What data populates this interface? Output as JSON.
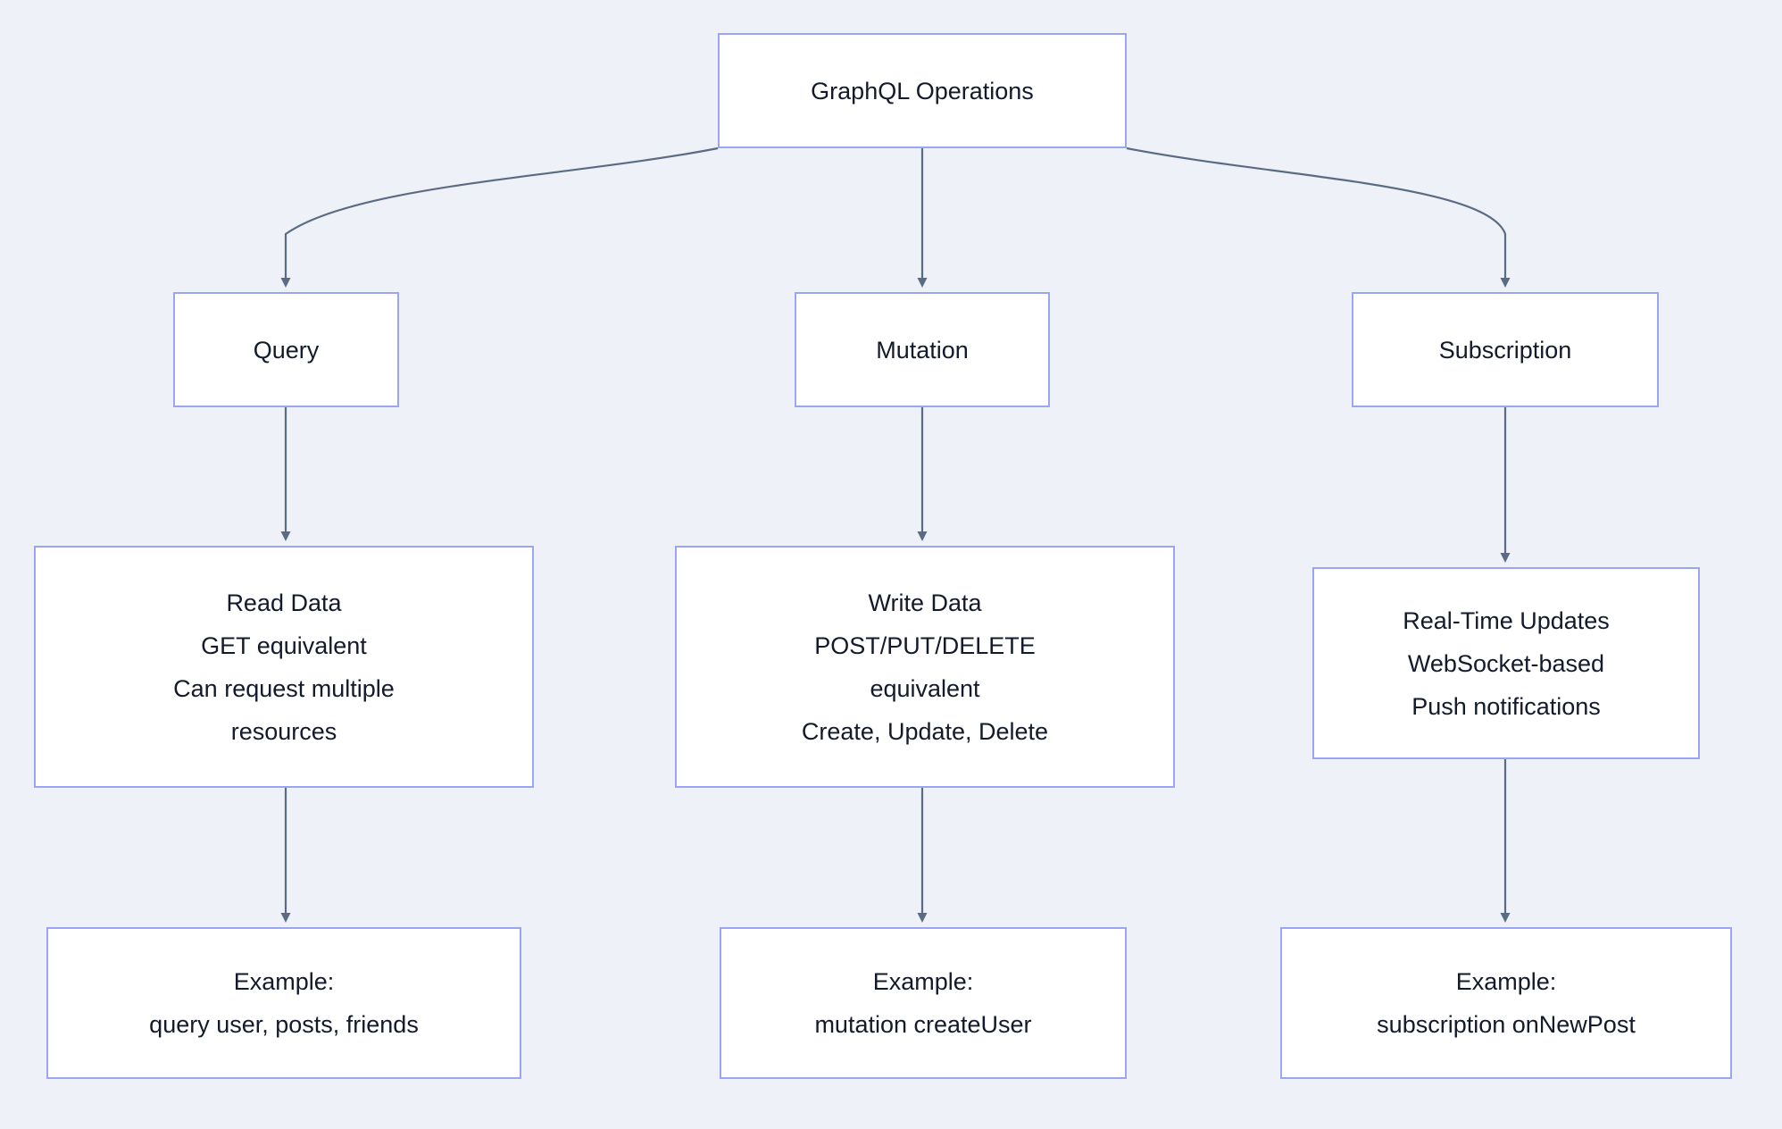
{
  "diagram": {
    "type": "flowchart",
    "direction": "top-down",
    "colors": {
      "background": "#eef2f8",
      "node_fill": "#ffffff",
      "node_border": "#9aa5f5",
      "text": "#131a2b",
      "edge": "#5c6b84"
    },
    "nodes": {
      "root": {
        "label": "GraphQL Operations"
      },
      "query": {
        "label": "Query"
      },
      "mutation": {
        "label": "Mutation"
      },
      "subscription": {
        "label": "Subscription"
      },
      "query_detail": {
        "label": "Read Data\nGET equivalent\nCan request multiple\nresources"
      },
      "mutation_detail": {
        "label": "Write Data\nPOST/PUT/DELETE\nequivalent\nCreate, Update, Delete"
      },
      "subscription_detail": {
        "label": "Real-Time Updates\nWebSocket-based\nPush notifications"
      },
      "query_example": {
        "label": "Example:\nquery user, posts, friends"
      },
      "mutation_example": {
        "label": "Example:\nmutation createUser"
      },
      "subscription_example": {
        "label": "Example:\nsubscription onNewPost"
      }
    },
    "edges": [
      {
        "from": "root",
        "to": "query"
      },
      {
        "from": "root",
        "to": "mutation"
      },
      {
        "from": "root",
        "to": "subscription"
      },
      {
        "from": "query",
        "to": "query_detail"
      },
      {
        "from": "mutation",
        "to": "mutation_detail"
      },
      {
        "from": "subscription",
        "to": "subscription_detail"
      },
      {
        "from": "query_detail",
        "to": "query_example"
      },
      {
        "from": "mutation_detail",
        "to": "mutation_example"
      },
      {
        "from": "subscription_detail",
        "to": "subscription_example"
      }
    ]
  }
}
